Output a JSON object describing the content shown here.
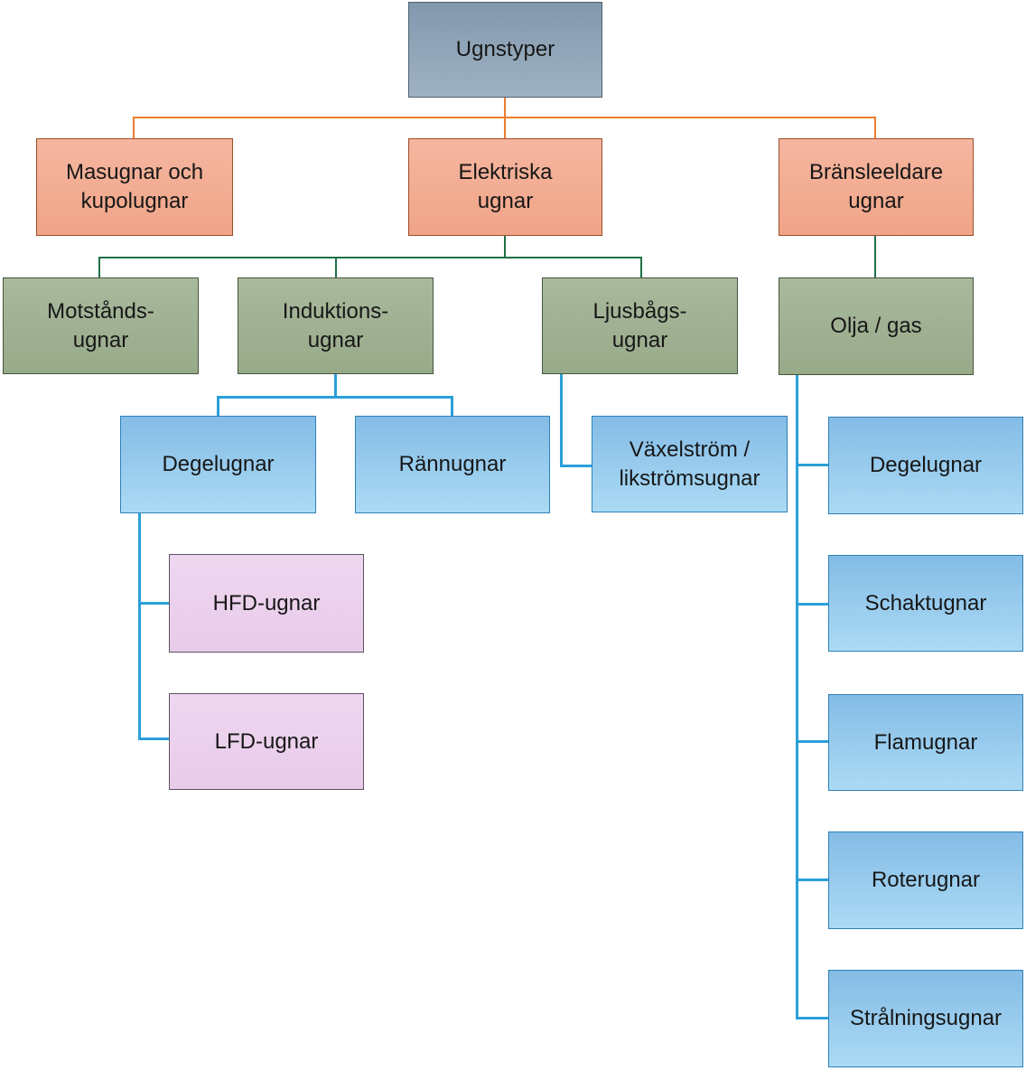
{
  "diagram": {
    "type": "org-chart-hierarchy",
    "title": "Ugnstyper",
    "connector_colors": {
      "root_to_level2": "#ED7D31",
      "level2_to_level3": "#1f7145",
      "level3_to_level4": "#2b9fd9"
    },
    "node_fill_colors": {
      "slate": "#8fa4b8",
      "salmon": "#f2ad93",
      "green": "#a0b193",
      "blue": "#97cbee",
      "pink": "#ebd1ed"
    },
    "nodes": {
      "root": {
        "label": "Ugnstyper",
        "parent": null,
        "style": "slate"
      },
      "masugnar": {
        "label": "Masugnar och\nkupolugnar",
        "parent": "root",
        "style": "salmon"
      },
      "elektriska": {
        "label": "Elektriska\nugnar",
        "parent": "root",
        "style": "salmon"
      },
      "bransleeldare": {
        "label": "Bränsleeldare\nugnar",
        "parent": "root",
        "style": "salmon"
      },
      "motstand": {
        "label": "Motstånds-\nugnar",
        "parent": "elektriska",
        "style": "green"
      },
      "induktion": {
        "label": "Induktions-\nugnar",
        "parent": "elektriska",
        "style": "green"
      },
      "ljusbag": {
        "label": "Ljusbågs-\nugnar",
        "parent": "elektriska",
        "style": "green"
      },
      "olja": {
        "label": "Olja / gas",
        "parent": "bransleeldare",
        "style": "green"
      },
      "degel_left": {
        "label": "Degelugnar",
        "parent": "induktion",
        "style": "blue"
      },
      "rann": {
        "label": "Rännugnar",
        "parent": "induktion",
        "style": "blue"
      },
      "vaxel": {
        "label": "Växelström /\nlikströmsugnar",
        "parent": "ljusbag",
        "style": "blue"
      },
      "hfd": {
        "label": "HFD-ugnar",
        "parent": "degel_left",
        "style": "pink"
      },
      "lfd": {
        "label": "LFD-ugnar",
        "parent": "degel_left",
        "style": "pink"
      },
      "degel_right": {
        "label": "Degelugnar",
        "parent": "olja",
        "style": "blue"
      },
      "schakt": {
        "label": "Schaktugnar",
        "parent": "olja",
        "style": "blue"
      },
      "flam": {
        "label": "Flamugnar",
        "parent": "olja",
        "style": "blue"
      },
      "roter": {
        "label": "Roterugnar",
        "parent": "olja",
        "style": "blue"
      },
      "stral": {
        "label": "Strålningsugnar",
        "parent": "olja",
        "style": "blue"
      }
    }
  }
}
